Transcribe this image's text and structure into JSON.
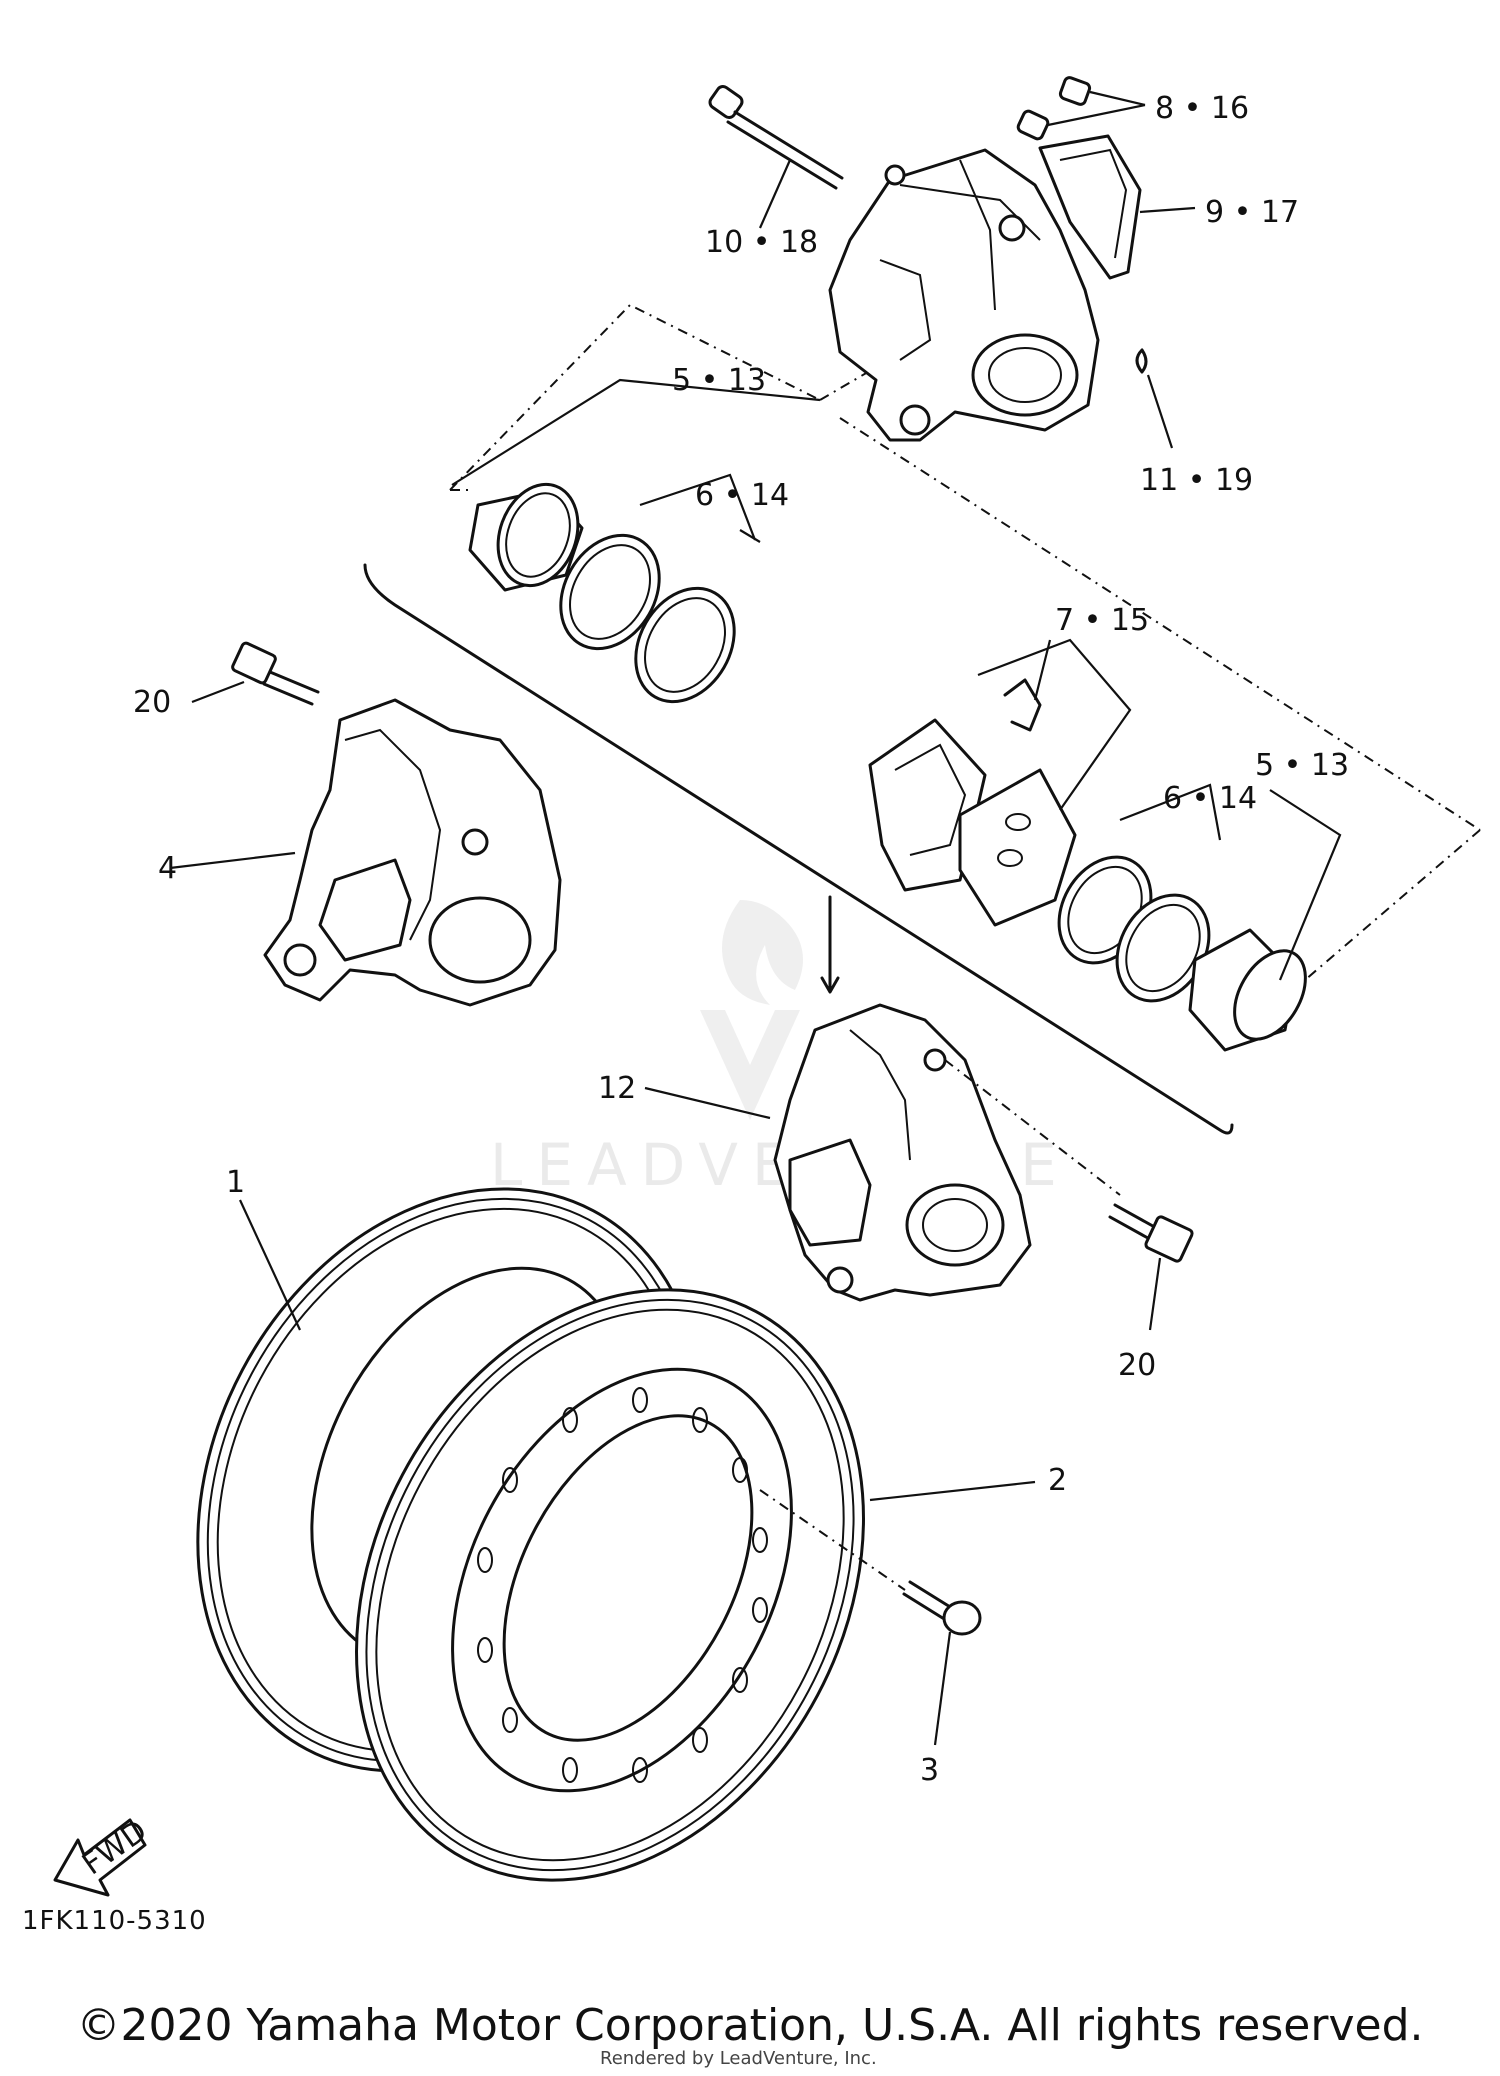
{
  "diagram": {
    "callouts": [
      "8 • 16",
      "9 • 17",
      "10 • 18",
      "5 • 13",
      "6 • 14",
      "11 • 19",
      "7 • 15",
      "5 • 13",
      "6 • 14",
      "20",
      "4",
      "12",
      "1",
      "20",
      "2",
      "3"
    ],
    "fwd_label": "FWD",
    "diagram_code": "1FK110-5310",
    "watermark": "LEADVENTURE"
  },
  "footer": {
    "copyright": "©2020 Yamaha Motor Corporation, U.S.A. All rights reserved.",
    "rendered_by": "Rendered by LeadVenture, Inc."
  }
}
